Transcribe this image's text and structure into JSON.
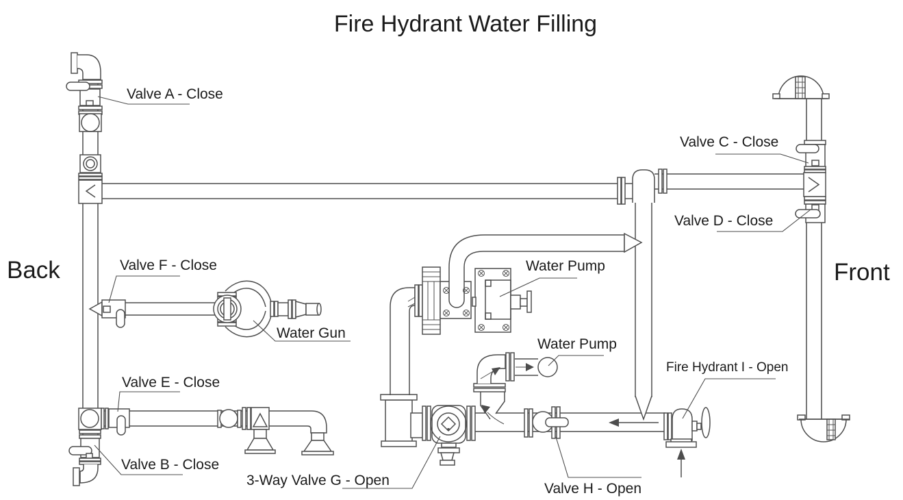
{
  "title": "Fire Hydrant Water Filling",
  "orientation": {
    "left": "Back",
    "right": "Front"
  },
  "labels": {
    "valve_a": "Valve A - Close",
    "valve_b": "Valve B - Close",
    "valve_c": "Valve C - Close",
    "valve_d": "Valve D - Close",
    "valve_e": "Valve E - Close",
    "valve_f": "Valve F - Close",
    "valve_g": "3-Way Valve G - Open",
    "valve_h": "Valve H - Open",
    "hydrant_i": "Fire Hydrant I - Open",
    "water_pump_main": "Water Pump",
    "water_pump_secondary": "Water Pump",
    "water_gun": "Water Gun"
  },
  "colors": {
    "line": "#4d4d4d",
    "text": "#1a1a1a",
    "background": "#ffffff"
  }
}
